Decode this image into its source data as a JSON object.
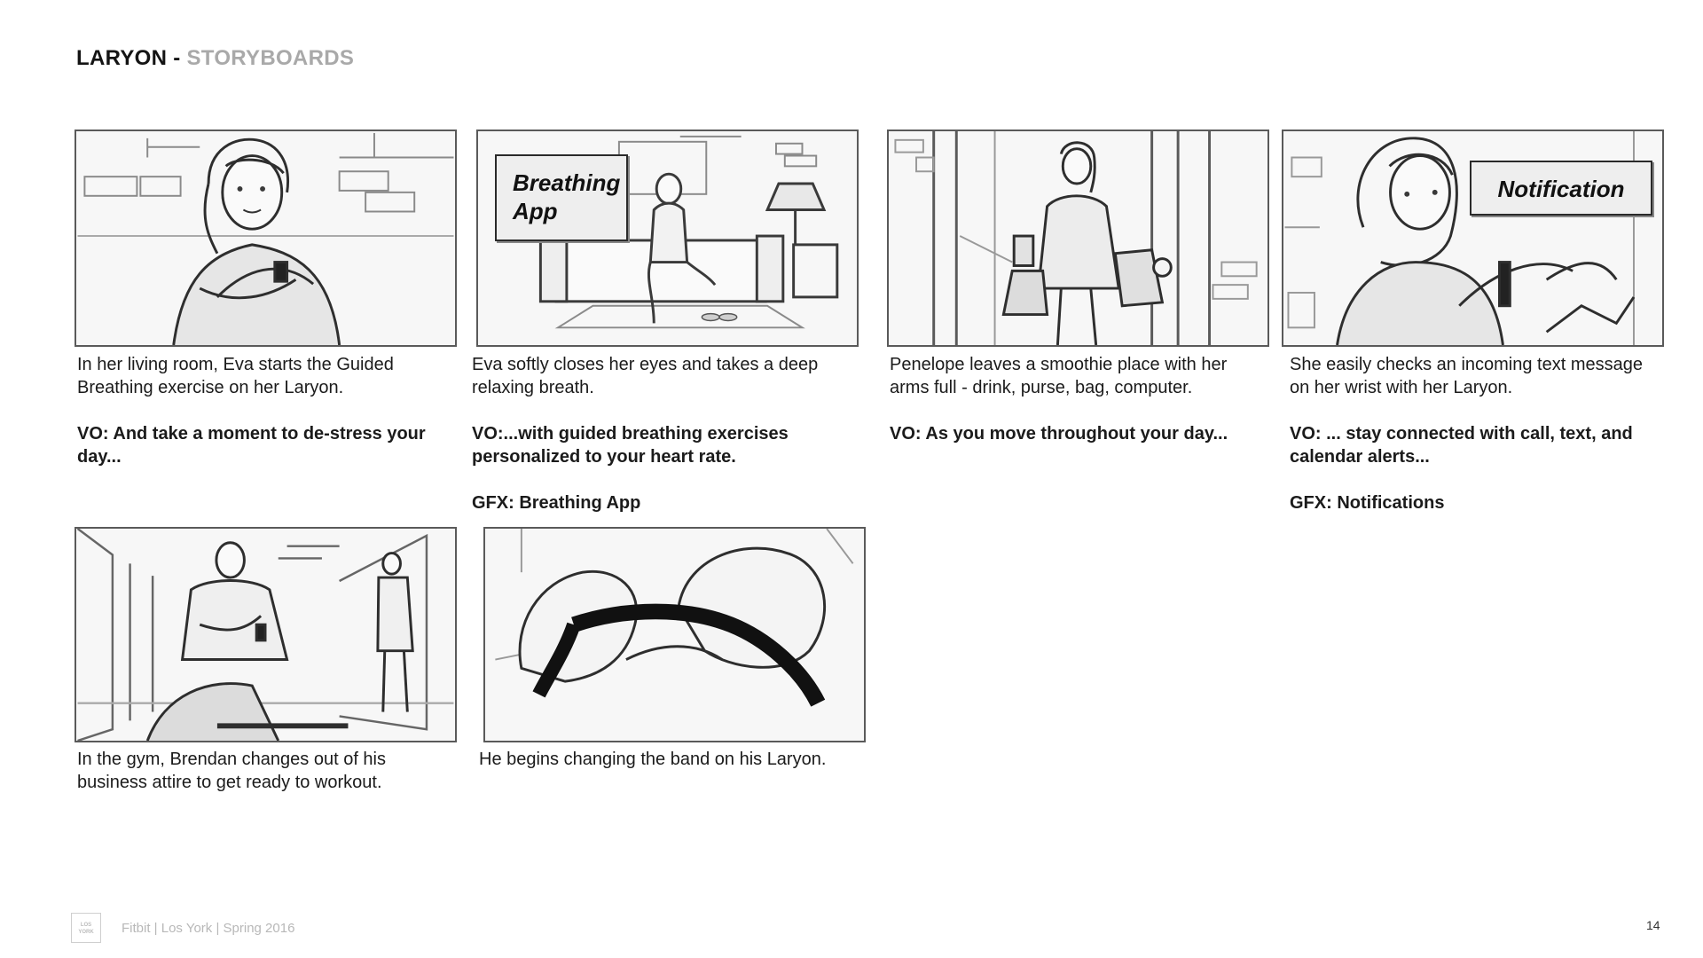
{
  "header": {
    "title_strong": "LARYON -",
    "title_light": "STORYBOARDS"
  },
  "panels": [
    {
      "description": "In her living room, Eva starts the Guided Breathing exercise on her Laryon.",
      "vo": "VO: And take a moment to de-stress your day..."
    },
    {
      "callout": {
        "line1": "Breathing",
        "line2": "App"
      },
      "description": "Eva softly closes her eyes and takes a deep relaxing breath.",
      "vo": "VO:...with guided breathing exercises personalized to your heart rate.",
      "gfx": "GFX: Breathing App"
    },
    {
      "description": "Penelope leaves a smoothie place with her arms full - drink, purse, bag, computer.",
      "vo": "VO: As you move throughout your day..."
    },
    {
      "callout": {
        "line1": "Notification"
      },
      "description": "She easily checks an incoming text message on her wrist with her Laryon.",
      "vo": "VO: ... stay connected with call, text, and calendar alerts...",
      "gfx": "GFX: Notifications"
    },
    {
      "description": "In the gym, Brendan changes out of his business attire to get ready to workout."
    },
    {
      "description": "He begins changing the band on his Laryon."
    }
  ],
  "footer": {
    "logo_line1": "LOS",
    "logo_line2": "YORK",
    "text": "Fitbit | Los York | Spring 2016",
    "page_number": "14"
  }
}
